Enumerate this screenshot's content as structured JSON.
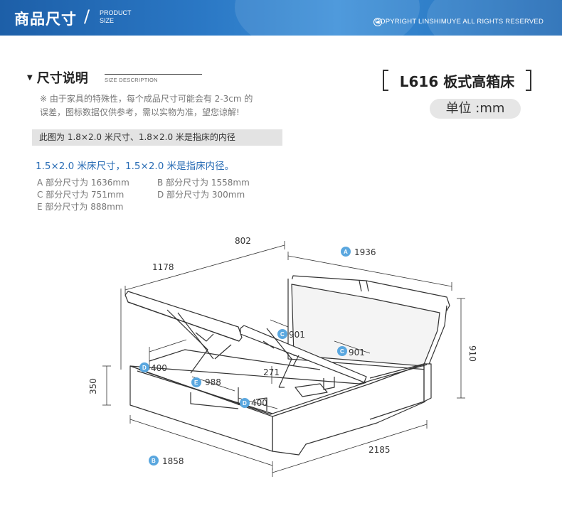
{
  "banner": {
    "title": "商品尺寸",
    "slash": "/",
    "sub_line1": "PRODUCT",
    "sub_line2": "SIZE",
    "copyright": "COPYRIGHT LINSHIMUYE ALL RIGHTS RESERVED"
  },
  "section": {
    "title": "尺寸说明",
    "subtitle": "SIZE DESCRIPTION"
  },
  "note": {
    "line1": "※ 由于家具的特殊性，每个成品尺寸可能会有 2-3cm 的",
    "line2": "误差，图标数据仅供参考，需以实物为准，望您谅解!"
  },
  "model": {
    "title": "L616 板式高箱床",
    "unit": "单位 :mm"
  },
  "gray_bar": "此图为 1.8×2.0 米尺寸、1.8×2.0 米是指床的内径",
  "blue_line": "1.5×2.0 米床尺寸，1.5×2.0 米是指床内径。",
  "parts": [
    "A 部分尺寸为 1636mm",
    "B 部分尺寸为 1558mm",
    "C 部分尺寸为 751mm",
    "D 部分尺寸为 300mm",
    "E 部分尺寸为 888mm"
  ],
  "dimensions": {
    "top_depth": "802",
    "lid_length": "1178",
    "a_width": "1936",
    "height": "910",
    "box_height": "350",
    "c_left": "901",
    "c_right": "901",
    "d_left": "400",
    "d_bottom": "400",
    "e_center": "988",
    "inner_271": "271",
    "length": "2185",
    "b_width": "1858"
  },
  "badges": {
    "a": "A",
    "b": "B",
    "c": "C",
    "d": "D",
    "e": "E"
  },
  "colors": {
    "banner": "#2a77c4",
    "badge": "#5aa7df",
    "accent_text": "#2a6db5"
  }
}
